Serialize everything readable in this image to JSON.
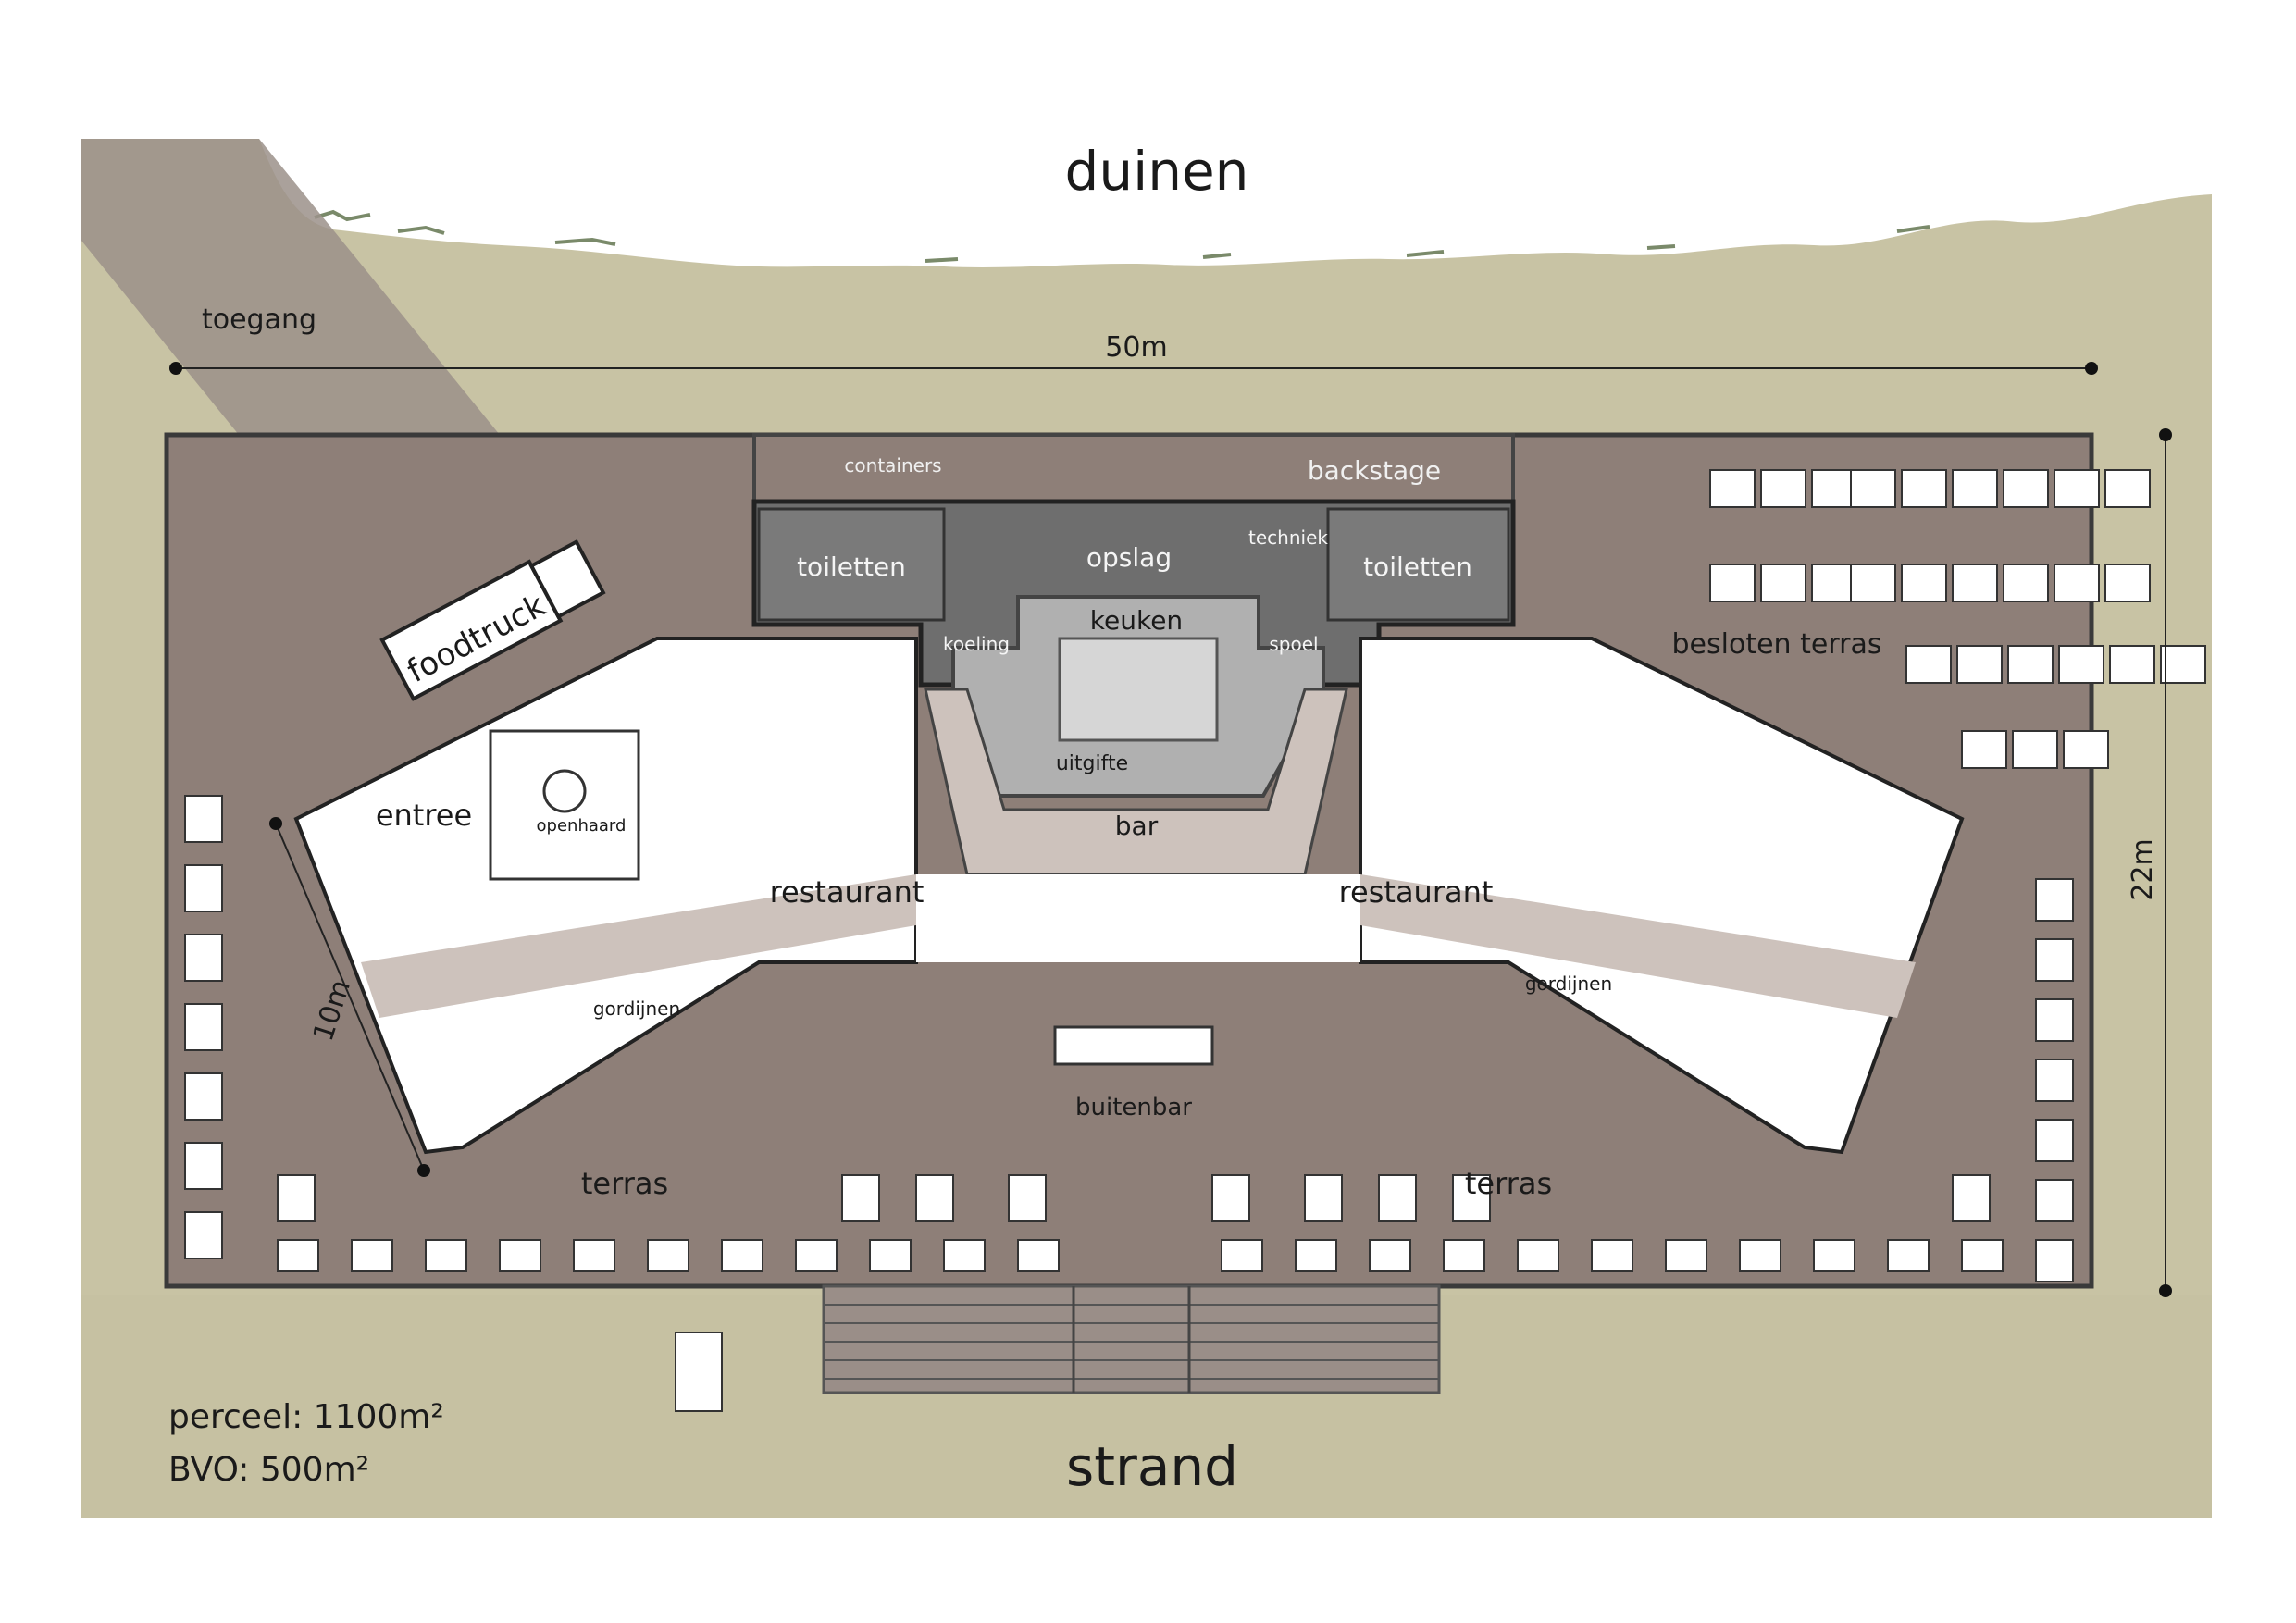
{
  "colors": {
    "sand": "#c8c3a4",
    "deck": "#8e7f78",
    "building_floor": "#ffffff",
    "corridor": "#cdc2bc",
    "service_dark": "#6e6e6e",
    "service_mid": "#909090",
    "kitchen": "#b0b0b0",
    "ink": "#1a1a1a"
  },
  "labels": {
    "duinen": "duinen",
    "strand": "strand",
    "toegang": "toegang",
    "width": "50m",
    "depth": "22m",
    "wing": "10m",
    "containers": "containers",
    "backstage": "backstage",
    "toiletten_left": "toiletten",
    "toiletten_right": "toiletten",
    "opslag": "opslag",
    "techniek": "techniek",
    "keuken": "keuken",
    "koeling": "koeling",
    "spoel": "spoel",
    "uitgifte": "uitgifte",
    "bar": "bar",
    "foodtruck": "foodtruck",
    "entree": "entree",
    "openhaard": "openhaard",
    "restaurant_left": "restaurant",
    "restaurant_right": "restaurant",
    "gordijnen_left": "gordijnen",
    "gordijnen_right": "gordijnen",
    "buitenbar": "buitenbar",
    "terras_left": "terras",
    "terras_right": "terras",
    "besloten_terras": "besloten terras",
    "perceel": "perceel: 1100m²",
    "bvo": "BVO: 500m²"
  }
}
